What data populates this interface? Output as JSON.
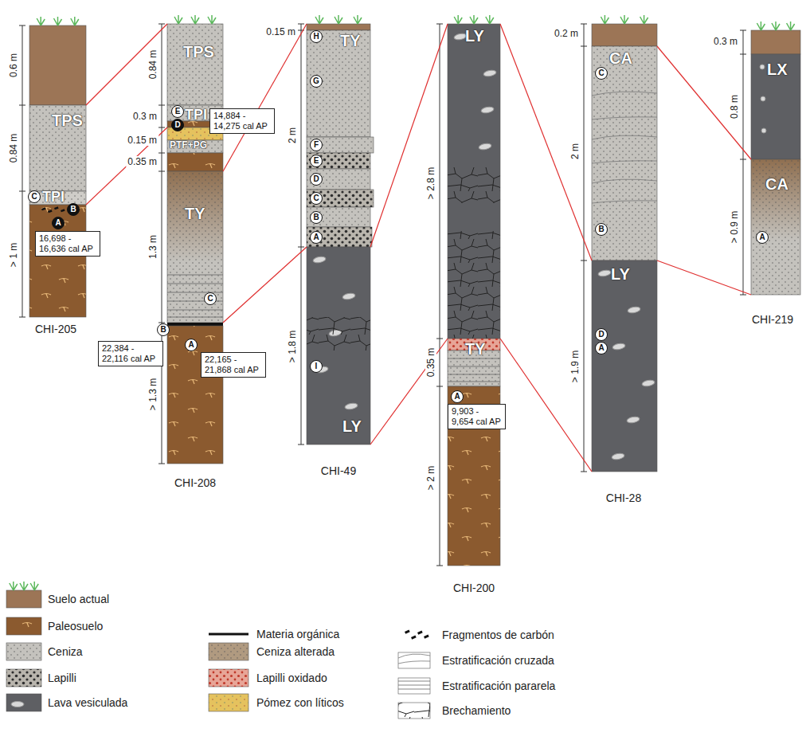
{
  "diagram": {
    "nodes": [
      {
        "text": [
          "TPS"
        ]
      },
      {
        "text": [
          "TPI"
        ]
      },
      {
        "text": [
          "16,698 - 16,636 cal AP"
        ]
      },
      {
        "text": [
          "TPS"
        ]
      },
      {
        "text": [
          "TPI"
        ]
      },
      {
        "text": [
          "14,884 - 14,275 cal AP"
        ]
      },
      {
        "text": [
          "PTF+PG"
        ]
      },
      {
        "text": [
          "TY"
        ]
      },
      {
        "text": [
          "22,384 - 22,116 cal AP"
        ]
      },
      {
        "text": [
          "22,165 - 21,868 cal AP"
        ]
      },
      {
        "text": [
          "TY"
        ]
      },
      {
        "text": [
          "LY"
        ]
      },
      {
        "text": [
          "LY"
        ]
      },
      {
        "text": [
          "TY"
        ]
      },
      {
        "text": [
          "9,903 - 9,654 cal AP"
        ]
      },
      {
        "text": [
          "CA"
        ]
      },
      {
        "text": [
          "LY"
        ]
      },
      {
        "text": [
          "LX"
        ]
      },
      {
        "text": [
          "CA"
        ]
      }
    ],
    "labels": [
      "0.6 m",
      "0.84 m",
      "> 1 m",
      "C",
      "B",
      "A",
      "CHI-205",
      "0.84 m",
      "0.3 m",
      "0.15 m",
      "0.35 m",
      "1.3 m",
      "> 1.3 m",
      "E",
      "D",
      "C",
      "B",
      "A",
      "CHI-208",
      "0.15 m",
      "2 m",
      "> 1.8 m",
      "H",
      "G",
      "F",
      "E",
      "D",
      "C",
      "B",
      "A",
      "I",
      "CHI-49",
      "> 2.8 m",
      "0.35 m",
      "> 2 m",
      "A",
      "CHI-200",
      "0.2 m",
      "2 m",
      "> 1.9 m",
      "C",
      "B",
      "D",
      "A",
      "CHI-28",
      "0.3 m",
      "0.8 m",
      "> 0.9 m",
      "A",
      "CHI-219"
    ],
    "legend": [
      {
        "text": "Suelo actual",
        "color": "#9c7556"
      },
      {
        "text": "Paleosuelo",
        "color": "#8b5a2f"
      },
      {
        "text": "Ceniza",
        "color": "#c4c2bd"
      },
      {
        "text": "Lapilli",
        "color": "#b9b5ad"
      },
      {
        "text": "Lava vesiculada",
        "color": "#5e5f63"
      },
      {
        "text": "Materia orgánica"
      },
      {
        "text": "Ceniza alterada",
        "color": "#b09a80"
      },
      {
        "text": "Lapilli oxidado",
        "color": "#e7a597"
      },
      {
        "text": "Pómez con líticos",
        "color": "#e5c25e"
      },
      {
        "text": "Fragmentos de carbón"
      },
      {
        "text": "Estratificación cruzada"
      },
      {
        "text": "Estratificación pararela"
      },
      {
        "text": "Brechamiento"
      }
    ]
  }
}
